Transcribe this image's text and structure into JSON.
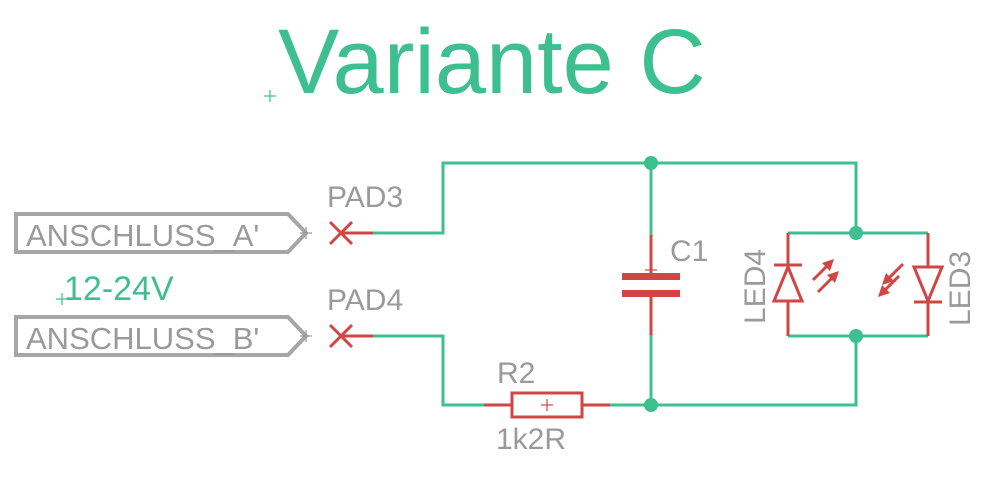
{
  "title": "Variante C",
  "supply_label": "12-24V",
  "ports": {
    "a": "ANSCHLUSS_A'",
    "b": "ANSCHLUSS_B'"
  },
  "pads": {
    "pad3": "PAD3",
    "pad4": "PAD4"
  },
  "parts": {
    "c1": "C1",
    "r2_name": "R2",
    "r2_value": "1k2R",
    "led4": "LED4",
    "led3": "LED3"
  },
  "colors": {
    "wire": "#3dbf8f",
    "part": "#d24545",
    "port": "#a6a6a6"
  }
}
